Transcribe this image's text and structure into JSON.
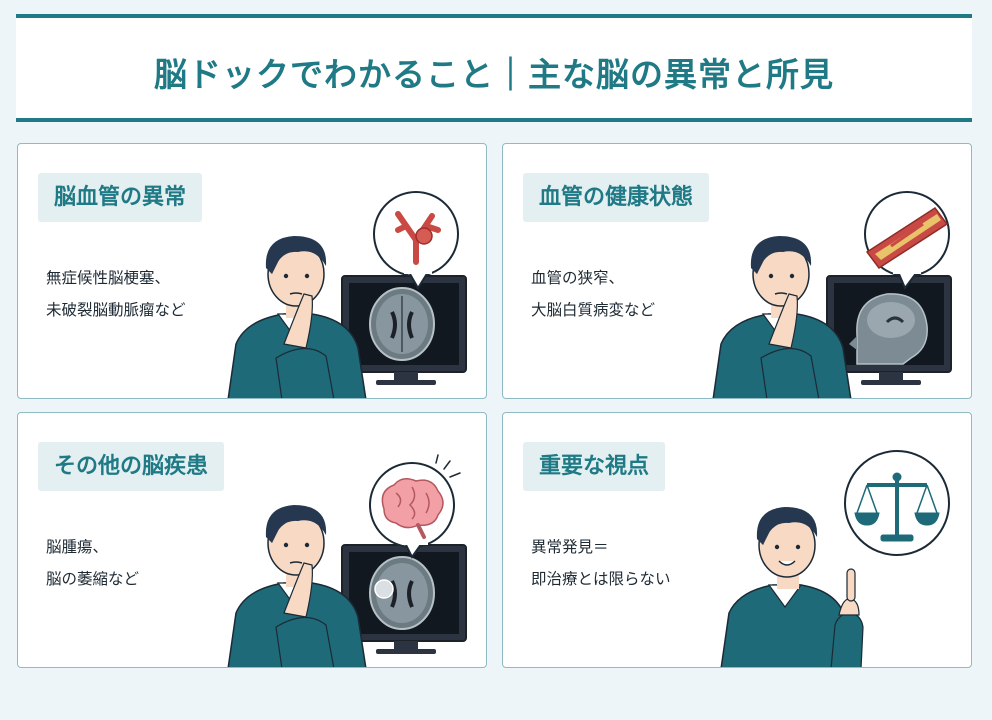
{
  "header": {
    "title": "脳ドックでわかること｜主な脳の異常と所見"
  },
  "cards": [
    {
      "title": "脳血管の異常",
      "body": [
        "無症候性脳梗塞、",
        "未破裂脳動脈瘤など"
      ],
      "bubble_icon": "aneurysm-icon",
      "screen_icon": "brain-scan-axial-icon"
    },
    {
      "title": "血管の健康状態",
      "body": [
        "血管の狭窄、",
        "大脳白質病変など"
      ],
      "bubble_icon": "narrowed-artery-icon",
      "screen_icon": "brain-scan-sagittal-icon"
    },
    {
      "title": "その他の脳疾患",
      "body": [
        "脳腫瘍、",
        "脳の萎縮など"
      ],
      "bubble_icon": "brain-icon",
      "screen_icon": "brain-scan-tumor-icon"
    },
    {
      "title": "重要な視点",
      "body": [
        "異常発見＝",
        "即治療とは限らない"
      ],
      "bubble_icon": "balance-scale-icon",
      "screen_icon": ""
    }
  ],
  "colors": {
    "accent": "#1f7a86",
    "card_border": "#8fbac4",
    "title_bg": "#e3eff0",
    "sweater": "#1e6a78",
    "hair": "#253850",
    "artery": "#c94a44"
  }
}
